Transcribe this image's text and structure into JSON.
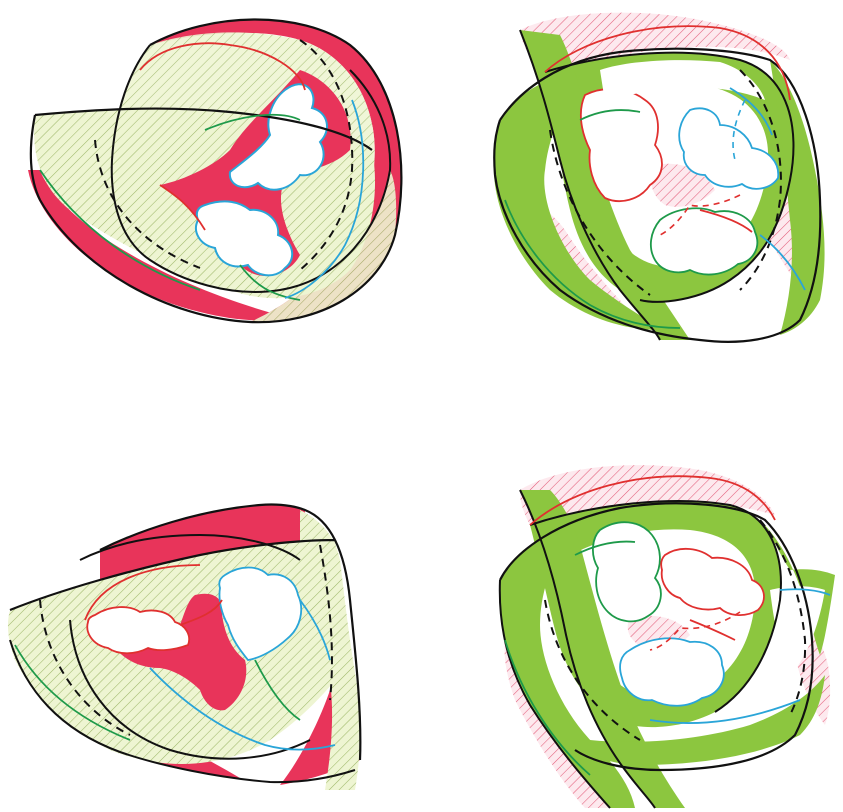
{
  "colors": {
    "red": "#e8345a",
    "green": "#8cc63f",
    "pale_green": "#eef5d2",
    "hatch_green": "#9fb86a",
    "pale_pink": "#fbe4ea",
    "hatch_red": "#e35d7a",
    "outline_black": "#111111",
    "outline_red": "#e0302f",
    "outline_green": "#1e9a4a",
    "outline_blue": "#2aa5d8",
    "background": "#ffffff"
  },
  "panels": [
    {
      "id": "top-left",
      "band_fill": "pale_green",
      "band_hatch": "hatch_green",
      "accent_fill": "red",
      "hole_count": 2
    },
    {
      "id": "top-right",
      "band_fill": "green",
      "band_hatch": "hatch_red",
      "accent_fill": "pale_pink",
      "hole_count": 4
    },
    {
      "id": "bottom-left",
      "band_fill": "pale_green",
      "band_hatch": "hatch_green",
      "accent_fill": "red",
      "hole_count": 2
    },
    {
      "id": "bottom-right",
      "band_fill": "green",
      "band_hatch": "hatch_red",
      "accent_fill": "pale_pink",
      "hole_count": 3
    }
  ]
}
